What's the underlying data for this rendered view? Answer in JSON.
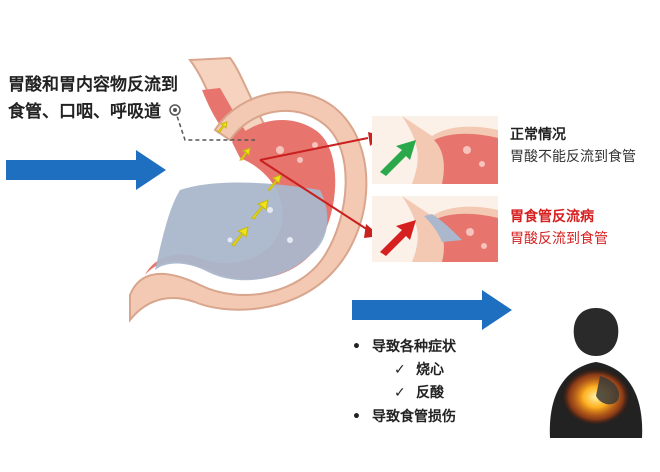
{
  "intro_text": "胃酸和胃内容物反流到食管、口咽、呼吸道",
  "normal_case": {
    "title": "正常情况",
    "description": "胃酸不能反流到食管"
  },
  "gerd_case": {
    "title": "胃食管反流病",
    "description": "胃酸反流到食管"
  },
  "consequences": {
    "items": [
      {
        "bullet": "•",
        "label": "导致各种症状"
      },
      {
        "check": "✓",
        "label": "烧心"
      },
      {
        "check": "✓",
        "label": "反酸"
      },
      {
        "bullet": "•",
        "label": "导致食管损伤"
      }
    ]
  },
  "colors": {
    "arrow_blue": "#1f6fc0",
    "gerd_red": "#d62020",
    "normal_green": "#2aa84a",
    "stomach_wall": "#f3c9b3",
    "stomach_lining": "#e7756d",
    "acid_fill": "#aab7cc",
    "reflux_arrow_yellow": "#f2e21b"
  },
  "icons": [
    "person-heartburn-illustration",
    "stomach-illustration"
  ]
}
